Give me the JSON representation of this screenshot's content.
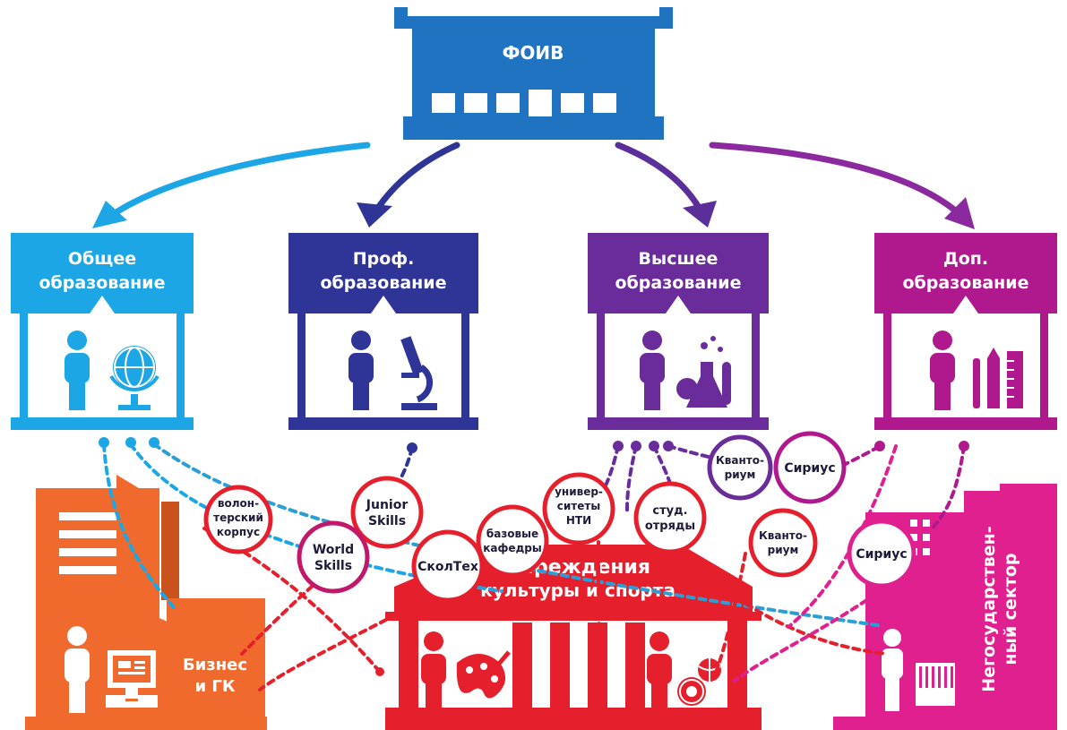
{
  "top": {
    "label": "ФОИВ",
    "color": "#1f73c0"
  },
  "categories": [
    {
      "id": "general",
      "line1": "Общее",
      "line2": "образование",
      "color": "#1da6e5",
      "icons": [
        "person-icon",
        "globe-icon"
      ]
    },
    {
      "id": "prof",
      "line1": "Проф.",
      "line2": "образование",
      "color": "#2e3596",
      "icons": [
        "person-icon",
        "microscope-icon"
      ]
    },
    {
      "id": "higher",
      "line1": "Высшее",
      "line2": "образование",
      "color": "#6a2c9a",
      "icons": [
        "person-icon",
        "lab-flasks-icon"
      ]
    },
    {
      "id": "extra",
      "line1": "Доп.",
      "line2": "образование",
      "color": "#b0198e",
      "icons": [
        "person-icon",
        "art-tools-icon"
      ]
    }
  ],
  "institutions": {
    "business": {
      "line1": "Бизнес",
      "line2": "и ГК",
      "color": "#ef6a2c"
    },
    "culture": {
      "line1": "Учреждения",
      "line2": "культуры и спорта",
      "color": "#e5202c"
    },
    "nongov": {
      "line1": "Негосударствен-",
      "line2": "ный сектор",
      "color": "#e0208f"
    }
  },
  "nodes": [
    {
      "id": "volunteer",
      "lines": [
        "волон-",
        "терский",
        "корпус"
      ],
      "ring": "#e5202c"
    },
    {
      "id": "junior",
      "lines": [
        "Junior",
        "Skills"
      ],
      "ring": "#e5202c"
    },
    {
      "id": "world",
      "lines": [
        "World",
        "Skills"
      ],
      "ring": "#c2186b"
    },
    {
      "id": "skoltech",
      "lines": [
        "СколТех"
      ],
      "ring": "#e5202c"
    },
    {
      "id": "base-chairs",
      "lines": [
        "базовые",
        "кафедры"
      ],
      "ring": "#e5202c"
    },
    {
      "id": "nti",
      "lines": [
        "универ-",
        "ситеты",
        "НТИ"
      ],
      "ring": "#e5202c"
    },
    {
      "id": "stud",
      "lines": [
        "студ.",
        "отряды"
      ],
      "ring": "#e5202c"
    },
    {
      "id": "kvantorium1",
      "lines": [
        "Кванто-",
        "риум"
      ],
      "ring": "#6a2c9a"
    },
    {
      "id": "sirius1",
      "lines": [
        "Сириус"
      ],
      "ring": "#b0198e"
    },
    {
      "id": "kvantorium2",
      "lines": [
        "Кванто-",
        "риум"
      ],
      "ring": "#e5202c"
    },
    {
      "id": "sirius2",
      "lines": [
        "Сириус"
      ],
      "ring": "#e0208f"
    }
  ]
}
